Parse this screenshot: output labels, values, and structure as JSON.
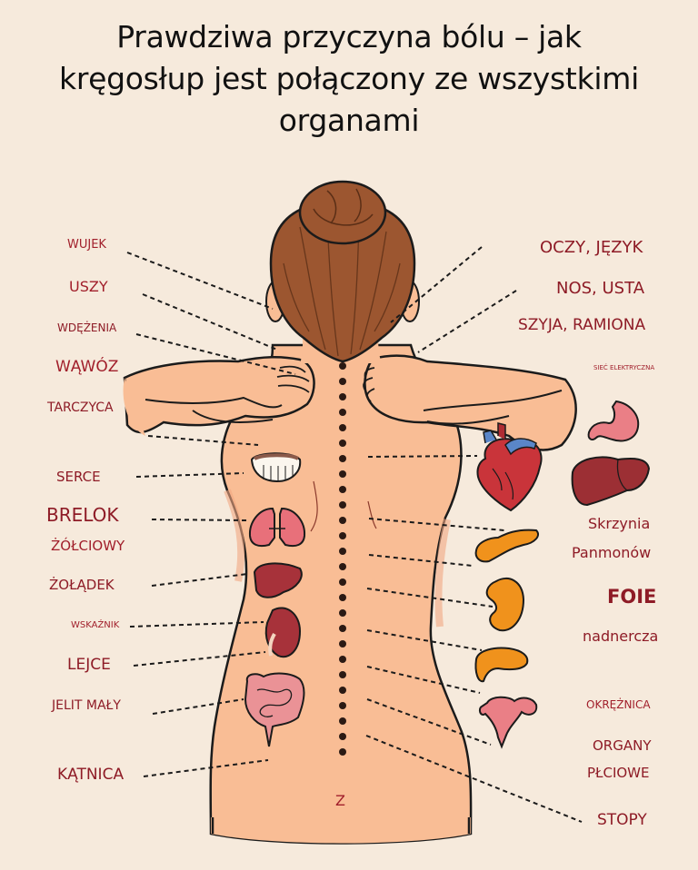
{
  "title": {
    "line1": "Prawdziwa przyczyna bólu – jak",
    "line2": "kręgosłup jest połączony ze wszystkimi",
    "line3": "organami"
  },
  "left_labels": [
    {
      "id": "wujek",
      "text": "WUJEK"
    },
    {
      "id": "uszy",
      "text": "USZY"
    },
    {
      "id": "wdezenia",
      "text": "WDĘŻENIA"
    },
    {
      "id": "wawoz",
      "text": "WĄWÓZ"
    },
    {
      "id": "tarczyca",
      "text": "TARCZYCA"
    },
    {
      "id": "serce",
      "text": "SERCE"
    },
    {
      "id": "brelok",
      "text": "BRELOK"
    },
    {
      "id": "zolciowy",
      "text": "ŻÓŁCIOWY"
    },
    {
      "id": "zoladek",
      "text": "ŻOŁĄDEK"
    },
    {
      "id": "wskaznik",
      "text": "WSKAŹNIK"
    },
    {
      "id": "lejce",
      "text": "LEJCE"
    },
    {
      "id": "jelit-maly",
      "text": "JELIT MAŁY"
    },
    {
      "id": "katnica",
      "text": "KĄTNICA"
    }
  ],
  "right_labels": [
    {
      "id": "oczy-jezyk",
      "text": "OCZY, JĘZYK"
    },
    {
      "id": "nos-usta",
      "text": "NOS, USTA"
    },
    {
      "id": "szyja-ramiona",
      "text": "SZYJA, RAMIONA"
    },
    {
      "id": "siec-elektryczna",
      "text": "SIEĆ ELEKTRYCZNA"
    },
    {
      "id": "skrzynia",
      "text": "Skrzynia"
    },
    {
      "id": "panmonow",
      "text": "Panmonów"
    },
    {
      "id": "foie",
      "text": "FOIE"
    },
    {
      "id": "nadnercza",
      "text": "nadnercza"
    },
    {
      "id": "okreznica",
      "text": "OKRĘŻNICA"
    },
    {
      "id": "organy",
      "text": "ORGANY"
    },
    {
      "id": "plciowe",
      "text": "PŁCIOWE"
    },
    {
      "id": "stopy",
      "text": "STOPY"
    }
  ],
  "spine_label": "Z",
  "organs_left": [
    "teeth-icon",
    "lungs-icon",
    "liver-icon",
    "kidney-icon",
    "intestines-icon"
  ],
  "organs_right": [
    "stomach-icon",
    "heart-icon",
    "liver-icon",
    "pancreas-icon",
    "kidney-icon",
    "gallbladder-icon",
    "uterus-icon"
  ],
  "colors": {
    "background": "#f6eadc",
    "skin": "#f9bd95",
    "hair": "#9c5630",
    "label_red": "#a11f2b",
    "spine_dot": "#2b1a14",
    "heart": "#c9343a",
    "liver": "#9c2f34",
    "orange_organ": "#f0921c",
    "pink_organ": "#ea7f86"
  }
}
